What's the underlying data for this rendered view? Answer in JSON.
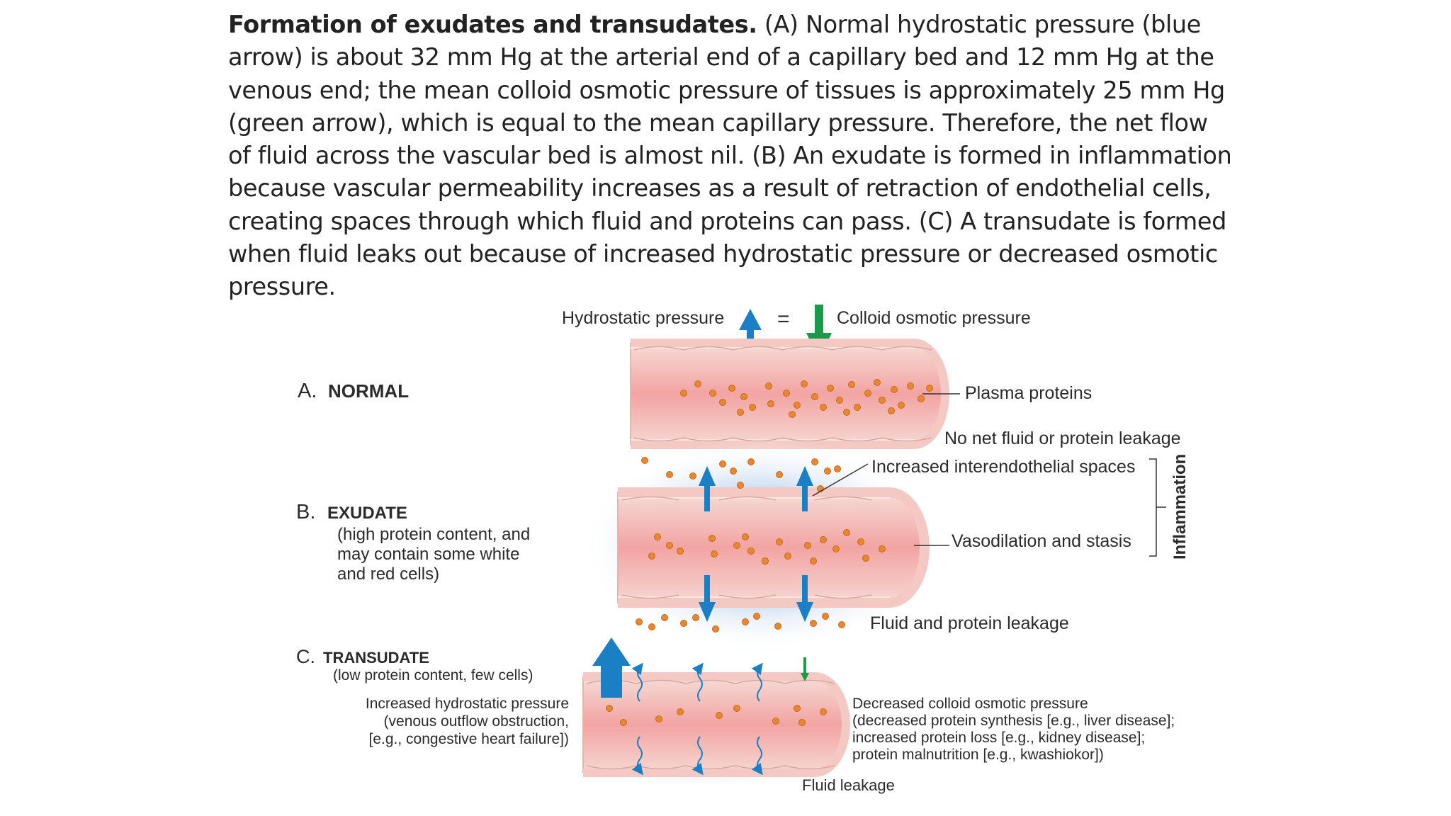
{
  "caption": {
    "bold": "Formation of exudates and transudates.",
    "text": " (A) Normal hydrostatic pressure (blue arrow) is about 32 mm Hg at the arterial end of a capillary bed and 12 mm Hg at the venous end; the mean colloid osmotic pressure of tissues is approximately 25 mm Hg (green arrow), which is equal to the mean capillary pressure. Therefore, the net flow of fluid across the vascular bed is almost nil. (B) An exudate is formed in inflammation because vascular permeability increases as a result of retraction of endothelial cells, creating spaces through which fluid and proteins can pass. (C) A transudate is formed when fluid leaks out because of increased hydrostatic pressure or decreased osmotic pressure."
  },
  "figure": {
    "header": {
      "hydrostatic": "Hydrostatic pressure",
      "equals": "=",
      "colloid": "Colloid osmotic pressure"
    },
    "normal": {
      "letter": "A.",
      "title": "NORMAL",
      "plasma_proteins": "Plasma proteins",
      "no_net": "No net fluid or protein leakage"
    },
    "exudate": {
      "letter": "B.",
      "title": "EXUDATE",
      "desc1": "(high protein content, and",
      "desc2": "may contain some white",
      "desc3": "and red cells)",
      "spaces": "Increased interendothelial spaces",
      "vasodilation": "Vasodilation and stasis",
      "inflammation": "Inflammation",
      "leakage": "Fluid and protein leakage"
    },
    "transudate": {
      "letter": "C.",
      "title": "TRANSUDATE",
      "desc": "(low protein content, few cells)",
      "left1": "Increased hydrostatic pressure",
      "left2": "(venous outflow obstruction,",
      "left3": "[e.g., congestive heart failure])",
      "right1": "Decreased colloid osmotic pressure",
      "right2": "(decreased protein synthesis [e.g., liver disease];",
      "right3": "increased protein loss [e.g., kidney disease];",
      "right4": "protein malnutrition [e.g., kwashiokor])",
      "fluid_leakage": "Fluid leakage"
    }
  },
  "colors": {
    "hydrostatic_arrow": "#1a7fc4",
    "osmotic_arrow": "#1a9a4a",
    "protein": "#e8872f",
    "vessel_wall": "#f4c9c4",
    "vessel_lumen": "#f3a7a7"
  }
}
